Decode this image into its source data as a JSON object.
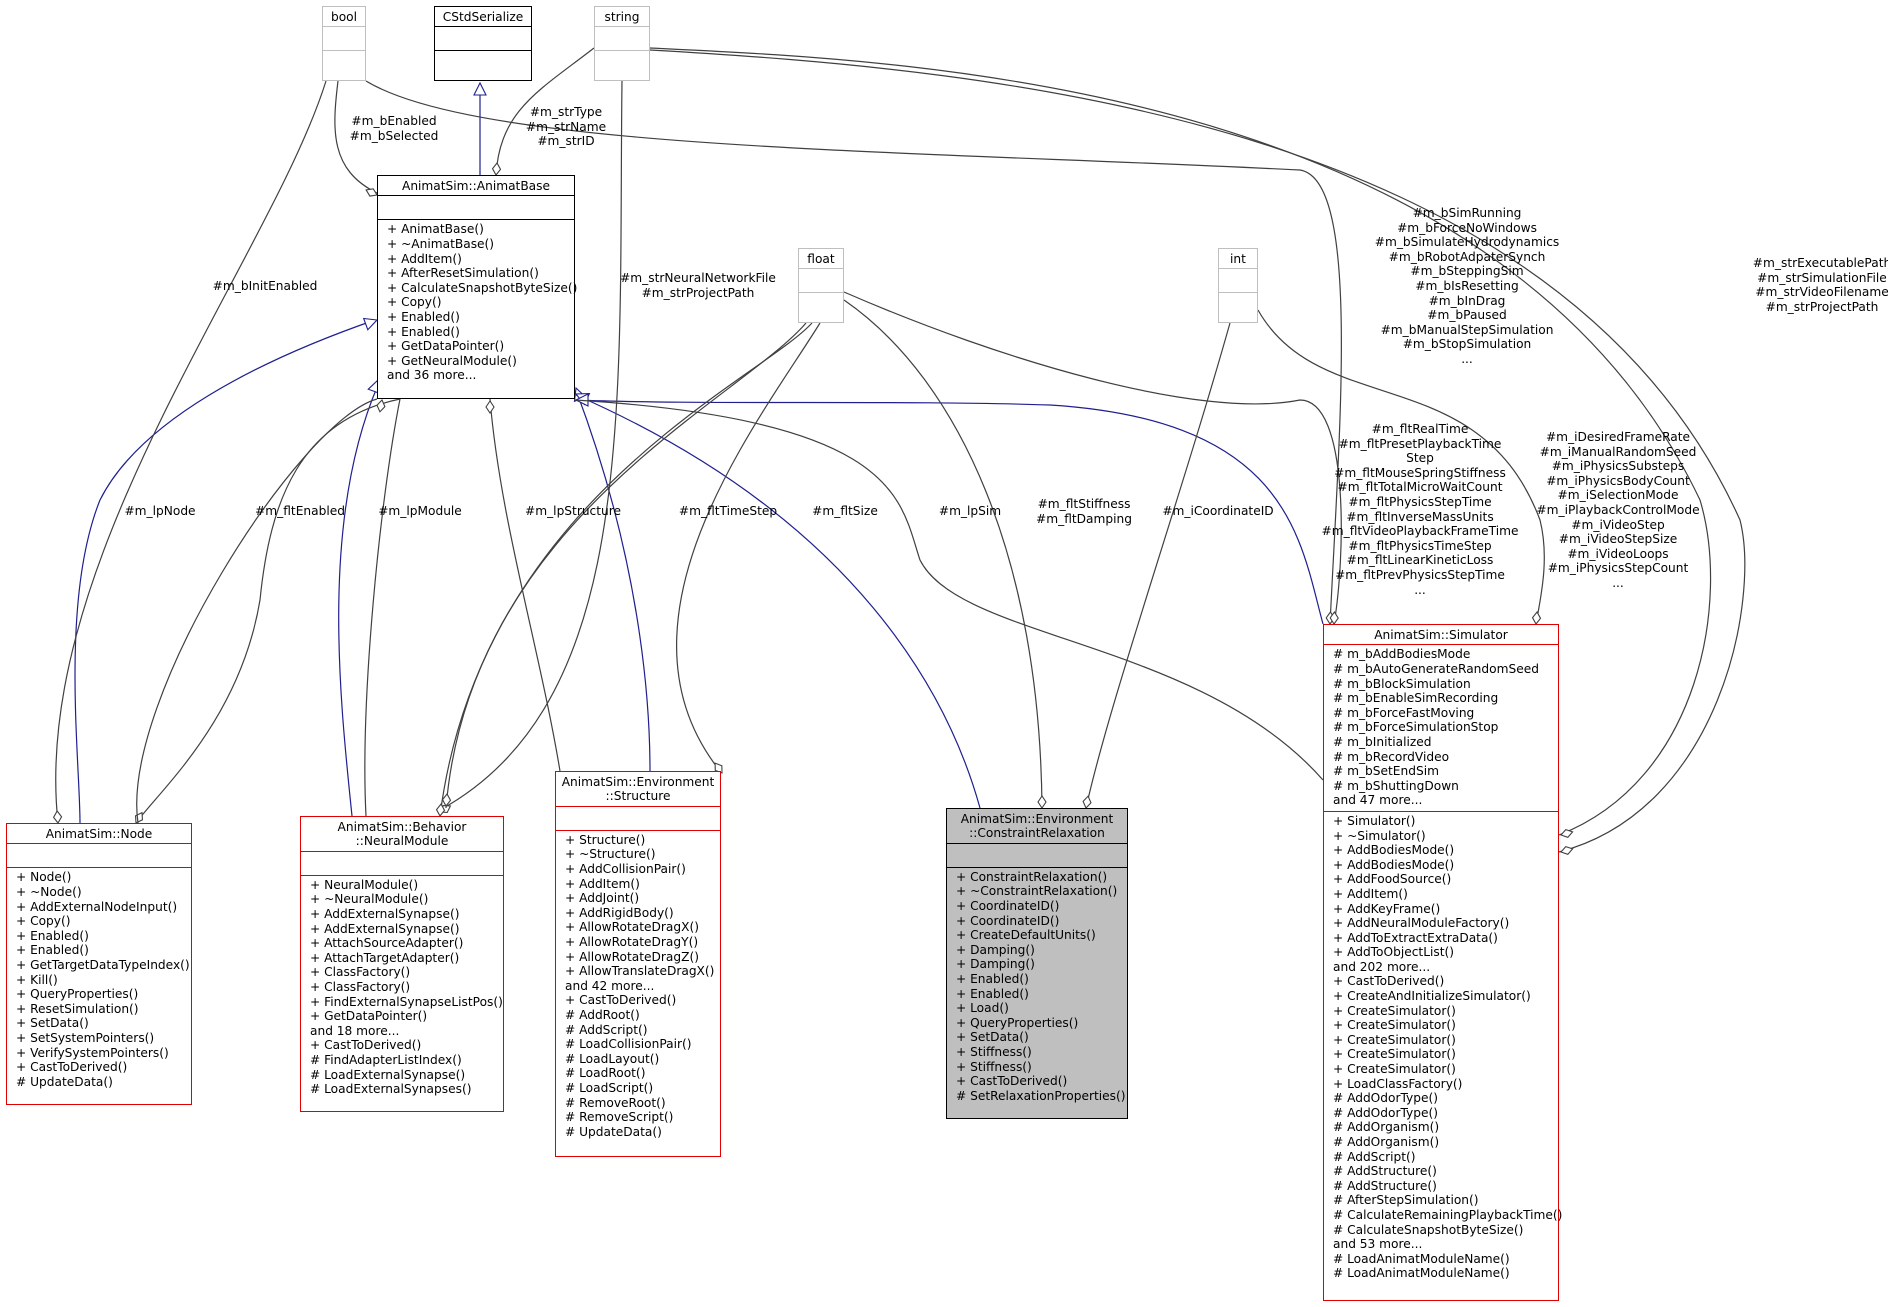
{
  "classes": {
    "bool": {
      "title": "bool",
      "attributes": [],
      "methods": []
    },
    "cstdserialize": {
      "title": "CStdSerialize",
      "attributes": [],
      "methods": []
    },
    "string": {
      "title": "string",
      "attributes": [],
      "methods": []
    },
    "float": {
      "title": "float",
      "attributes": [],
      "methods": []
    },
    "int": {
      "title": "int",
      "attributes": [],
      "methods": []
    },
    "animatbase": {
      "title": [
        "AnimatSim::AnimatBase"
      ],
      "attributes": [],
      "methods": [
        "+ AnimatBase()",
        "+ ~AnimatBase()",
        "+ AddItem()",
        "+ AfterResetSimulation()",
        "+ CalculateSnapshotByteSize()",
        "+ Copy()",
        "+ Enabled()",
        "+ Enabled()",
        "+ GetDataPointer()",
        "+ GetNeuralModule()",
        "and 36 more..."
      ]
    },
    "node": {
      "title": [
        "AnimatSim::Node"
      ],
      "attributes": [],
      "methods": [
        "+ Node()",
        "+ ~Node()",
        "+ AddExternalNodeInput()",
        "+ Copy()",
        "+ Enabled()",
        "+ Enabled()",
        "+ GetTargetDataTypeIndex()",
        "+ Kill()",
        "+ QueryProperties()",
        "+ ResetSimulation()",
        "+ SetData()",
        "+ SetSystemPointers()",
        "+ VerifySystemPointers()",
        "+ CastToDerived()",
        "# UpdateData()"
      ]
    },
    "neuralmodule": {
      "title": [
        "AnimatSim::Behavior",
        "::NeuralModule"
      ],
      "attributes": [],
      "methods": [
        "+ NeuralModule()",
        "+ ~NeuralModule()",
        "+ AddExternalSynapse()",
        "+ AddExternalSynapse()",
        "+ AttachSourceAdapter()",
        "+ AttachTargetAdapter()",
        "+ ClassFactory()",
        "+ ClassFactory()",
        "+ FindExternalSynapseListPos()",
        "+ GetDataPointer()",
        "and 18 more...",
        "+ CastToDerived()",
        "# FindAdapterListIndex()",
        "# LoadExternalSynapse()",
        "# LoadExternalSynapses()"
      ]
    },
    "structure": {
      "title": [
        "AnimatSim::Environment",
        "::Structure"
      ],
      "attributes": [],
      "methods": [
        "+ Structure()",
        "+ ~Structure()",
        "+ AddCollisionPair()",
        "+ AddItem()",
        "+ AddJoint()",
        "+ AddRigidBody()",
        "+ AllowRotateDragX()",
        "+ AllowRotateDragY()",
        "+ AllowRotateDragZ()",
        "+ AllowTranslateDragX()",
        "and 42 more...",
        "+ CastToDerived()",
        "# AddRoot()",
        "# AddScript()",
        "# LoadCollisionPair()",
        "# LoadLayout()",
        "# LoadRoot()",
        "# LoadScript()",
        "# RemoveRoot()",
        "# RemoveScript()",
        "# UpdateData()"
      ]
    },
    "constraintrelaxation": {
      "title": [
        "AnimatSim::Environment",
        "::ConstraintRelaxation"
      ],
      "attributes": [],
      "methods": [
        "+ ConstraintRelaxation()",
        "+ ~ConstraintRelaxation()",
        "+ CoordinateID()",
        "+ CoordinateID()",
        "+ CreateDefaultUnits()",
        "+ Damping()",
        "+ Damping()",
        "+ Enabled()",
        "+ Enabled()",
        "+ Load()",
        "+ QueryProperties()",
        "+ SetData()",
        "+ Stiffness()",
        "+ Stiffness()",
        "+ CastToDerived()",
        "# SetRelaxationProperties()"
      ]
    },
    "simulator": {
      "title": [
        "AnimatSim::Simulator"
      ],
      "attributes": [
        "# m_bAddBodiesMode",
        "# m_bAutoGenerateRandomSeed",
        "# m_bBlockSimulation",
        "# m_bEnableSimRecording",
        "# m_bForceFastMoving",
        "# m_bForceSimulationStop",
        "# m_bInitialized",
        "# m_bRecordVideo",
        "# m_bSetEndSim",
        "# m_bShuttingDown",
        "and 47 more..."
      ],
      "methods": [
        "+ Simulator()",
        "+ ~Simulator()",
        "+ AddBodiesMode()",
        "+ AddBodiesMode()",
        "+ AddFoodSource()",
        "+ AddItem()",
        "+ AddKeyFrame()",
        "+ AddNeuralModuleFactory()",
        "+ AddToExtractExtraData()",
        "+ AddToObjectList()",
        "and 202 more...",
        "+ CastToDerived()",
        "+ CreateAndInitializeSimulator()",
        "+ CreateSimulator()",
        "+ CreateSimulator()",
        "+ CreateSimulator()",
        "+ CreateSimulator()",
        "+ CreateSimulator()",
        "+ LoadClassFactory()",
        "# AddOdorType()",
        "# AddOdorType()",
        "# AddOrganism()",
        "# AddOrganism()",
        "# AddScript()",
        "# AddStructure()",
        "# AddStructure()",
        "# AfterStepSimulation()",
        "# CalculateRemainingPlaybackTime()",
        "# CalculateSnapshotByteSize()",
        "and 53 more...",
        "# LoadAnimatModuleName()",
        "# LoadAnimatModuleName()"
      ]
    }
  },
  "edge_labels": {
    "bool_to_animatbase": [
      "#m_bEnabled",
      "#m_bSelected"
    ],
    "bool_to_node": [
      "#m_bInitEnabled"
    ],
    "string_to_animatbase": [
      "#m_strType",
      "#m_strName",
      "#m_strID"
    ],
    "string_to_neuralmodule": [
      "#m_strNeuralNetworkFile",
      "#m_strProjectPath"
    ],
    "bool_to_simulator": [
      "#m_bSimRunning",
      "#m_bForceNoWindows",
      "#m_bSimulateHydrodynamics",
      "#m_bRobotAdpaterSynch",
      "#m_bSteppingSim",
      "#m_bIsResetting",
      "#m_bInDrag",
      "#m_bPaused",
      "#m_bManualStepSimulation",
      "#m_bStopSimulation",
      "..."
    ],
    "string_to_simulator": [
      "#m_strExecutablePath",
      "#m_strSimulationFile",
      "#m_strVideoFilename",
      "#m_strProjectPath"
    ],
    "float_to_simulator": [
      "#m_fltRealTime",
      "#m_fltPresetPlaybackTime",
      "Step",
      "#m_fltMouseSpringStiffness",
      "#m_fltTotalMicroWaitCount",
      "#m_fltPhysicsStepTime",
      "#m_fltInverseMassUnits",
      "#m_fltVideoPlaybackFrameTime",
      "#m_fltPhysicsTimeStep",
      "#m_fltLinearKineticLoss",
      "#m_fltPrevPhysicsStepTime",
      "..."
    ],
    "int_to_simulator": [
      "#m_iDesiredFrameRate",
      "#m_iManualRandomSeed",
      "#m_iPhysicsSubsteps",
      "#m_iPhysicsBodyCount",
      "#m_iSelectionMode",
      "#m_iPlaybackControlMode",
      "#m_iVideoStep",
      "#m_iVideoStepSize",
      "#m_iVideoLoops",
      "#m_iPhysicsStepCount",
      "..."
    ],
    "node_lpnode": [
      "#m_lpNode"
    ],
    "node_fltenabled": [
      "#m_fltEnabled"
    ],
    "neuralmodule_lpmodule": [
      "#m_lpModule"
    ],
    "structure_lpstructure": [
      "#m_lpStructure"
    ],
    "neuralmodule_flttimestep": [
      "#m_fltTimeStep"
    ],
    "structure_fltsize": [
      "#m_fltSize"
    ],
    "simulator_lpsim": [
      "#m_lpSim"
    ],
    "constraint_stiffness": [
      "#m_fltStiffness",
      "#m_fltDamping"
    ],
    "constraint_coordinate": [
      "#m_iCoordinateID"
    ]
  },
  "colors": {
    "inheritance_edge": "#1f1f8f",
    "usage_edge": "#404040",
    "highlight_fill": "#bfbfbf",
    "class_border": "#e00000",
    "external_border": "#bfbfbf"
  }
}
